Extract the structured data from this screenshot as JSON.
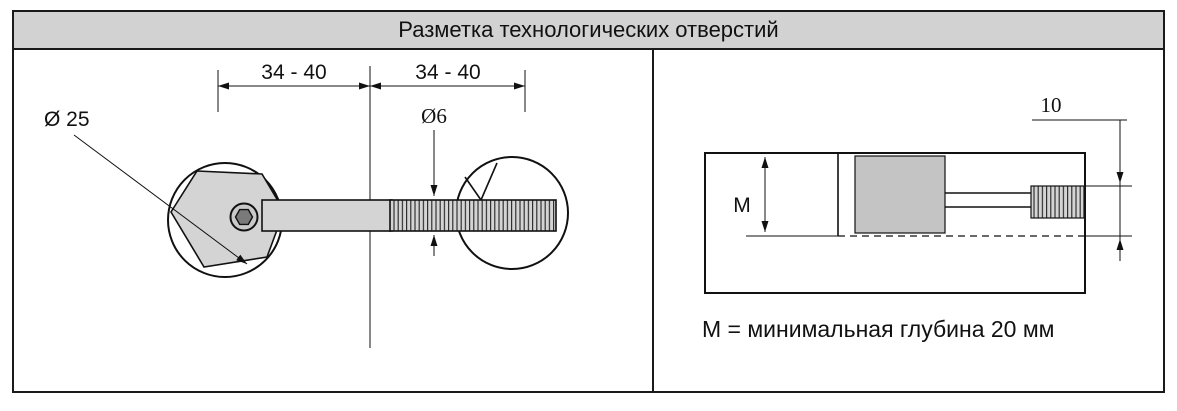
{
  "title": "Разметка технологических отверстий",
  "left_panel": {
    "dim_left": "34 - 40",
    "dim_right": "34 - 40",
    "cam_diameter": "Ø 25",
    "bolt_diameter": "Ø6"
  },
  "right_panel": {
    "depth_label": "M",
    "edge_distance": "10",
    "caption": "M = минимальная глубина 20 мм"
  },
  "colors": {
    "title_bg": "#d2d2d2",
    "line": "#000000",
    "metal_fill": "#d4d4d4",
    "cam_block_fill": "#c4c4c4"
  }
}
